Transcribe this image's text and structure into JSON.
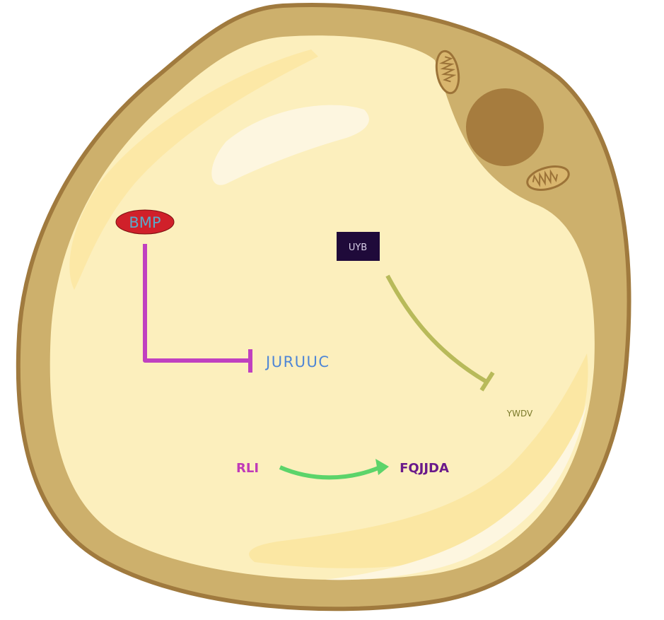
{
  "nodes": {
    "bmp": {
      "label": "BMP",
      "fill": "#d0202a",
      "text_color": "#5aa9c9"
    },
    "uyb": {
      "label": "UYB",
      "fill": "#1f0a3a",
      "text_color": "#d8d0e8"
    },
    "juruuc": {
      "label": "JURUUC",
      "text_color": "#4f86d6"
    },
    "ywdv": {
      "label": "YWDV",
      "text_color": "#7a7a2a"
    },
    "rli": {
      "label": "RLI",
      "text_color": "#c03ab8"
    },
    "fqjjda": {
      "label": "FQJJDA",
      "text_color": "#6a1a8a"
    }
  },
  "edges": [
    {
      "from": "BMP",
      "to": "JURUUC",
      "type": "inhibition",
      "color": "#c040c0"
    },
    {
      "from": "UYB",
      "to": "YWDV",
      "type": "inhibition",
      "color": "#b8ba5a"
    },
    {
      "from": "RLI",
      "to": "FQJJDA",
      "type": "activation",
      "color": "#5cd46a"
    }
  ],
  "cell": {
    "membrane_color": "#a07a3e",
    "wall_color": "#cdb06c",
    "cytoplasm_color": "#fcefbd",
    "nucleus_color": "#a67c3e"
  }
}
